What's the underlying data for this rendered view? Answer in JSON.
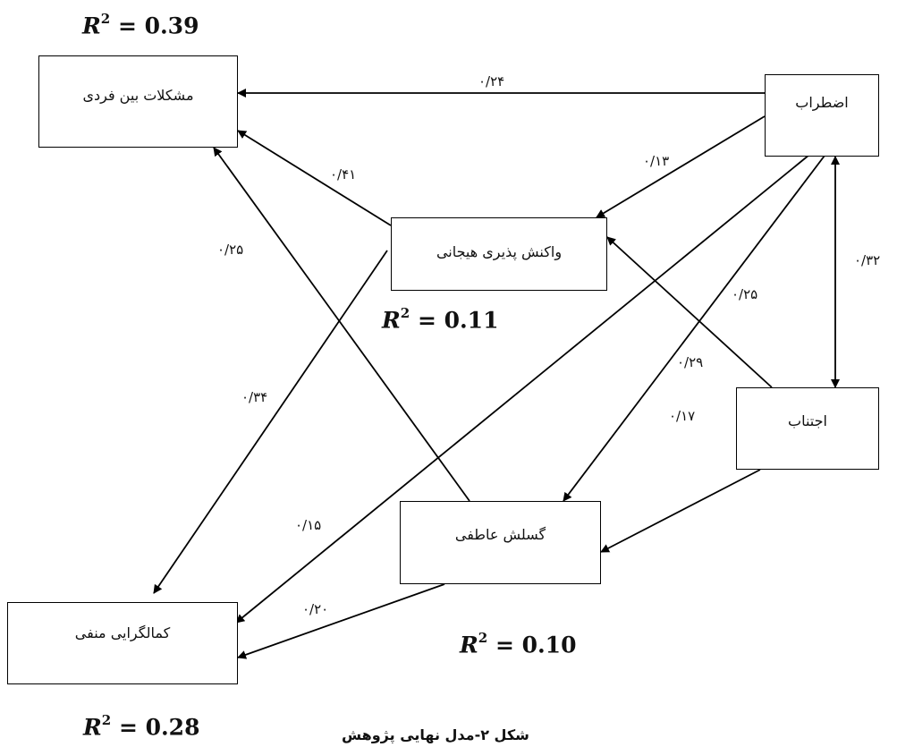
{
  "nodes": {
    "interpersonal": "مشکلات بین فردی",
    "anxiety": "اضطراب",
    "reactivity": "واکنش پذیری هیجانی",
    "avoidance": "اجتناب",
    "cutoff": "گسلش عاطفی",
    "perfectionism": "کمالگرایی منفی"
  },
  "coefficients": {
    "anx_interp": "۰/۲۴",
    "anx_react": "۰/۱۳",
    "react_interp": "۰/۴۱",
    "cutoff_interp": "۰/۲۵",
    "anx_avoid": "۰/۳۲",
    "anx_perf": "۰/۲۵",
    "anx_cutoff": "۰/۲۹",
    "react_perf": "۰/۳۴",
    "avoid_cutoff": "۰/۱۷",
    "perf_path": "۰/۱۵",
    "cutoff_perf": "۰/۲۰"
  },
  "r_squared": {
    "interpersonal": "= 0.39",
    "reactivity": "= 0.11",
    "cutoff": "= 0.10",
    "perfectionism": "= 0.28"
  },
  "caption": "شکل ۲-مدل نهایی پژوهش"
}
